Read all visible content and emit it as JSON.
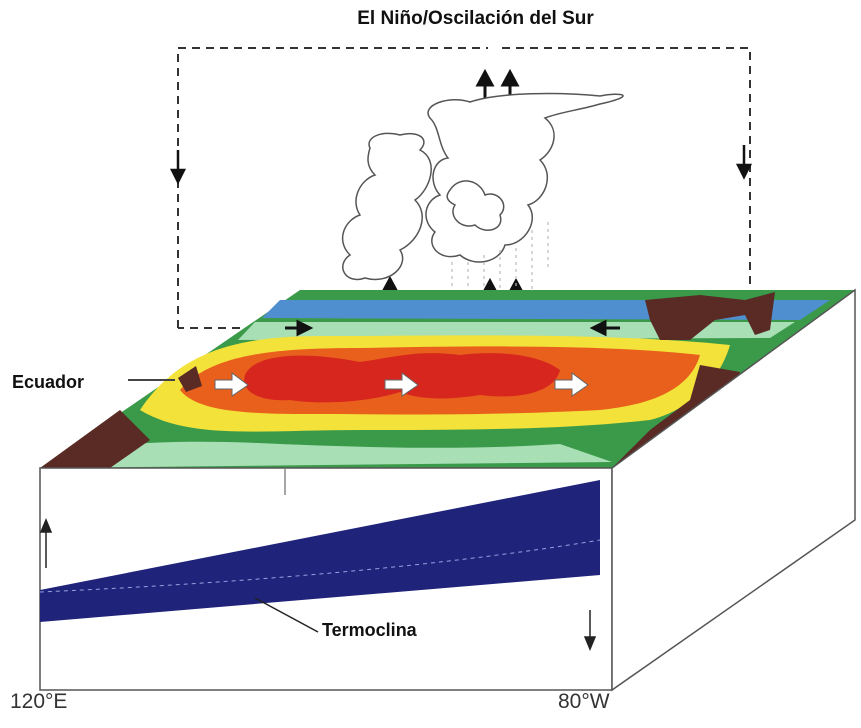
{
  "title": "El Niño/Oscilación del Sur",
  "labels": {
    "equator": "Ecuador",
    "thermocline": "Termoclina",
    "west_longitude": "120°E",
    "east_longitude": "80°W"
  },
  "colors": {
    "warm_core": "#d7261e",
    "warm": "#e8601c",
    "mild": "#f3e23a",
    "cool": "#a8dfb5",
    "cold": "#3a9a4a",
    "coldest": "#4f8fd0",
    "land": "#5a2a24",
    "deep_water": "#1f237a"
  }
}
